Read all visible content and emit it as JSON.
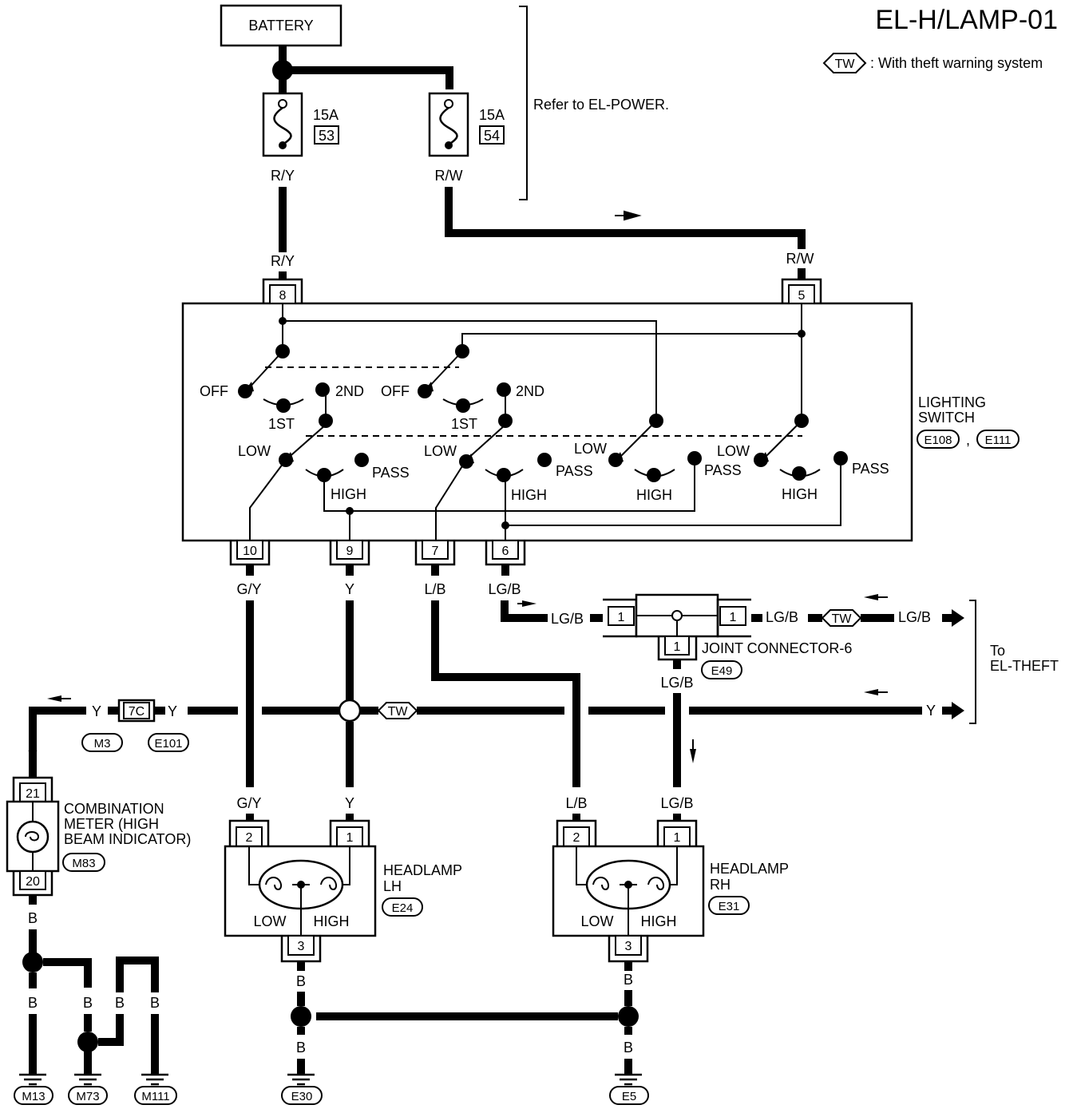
{
  "title": "EL-H/LAMP-01",
  "legend": {
    "badge": "TW",
    "text": ": With theft warning system"
  },
  "battery": "BATTERY",
  "fuses": [
    {
      "amp": "15A",
      "num": "53",
      "wire": "R/Y"
    },
    {
      "amp": "15A",
      "num": "54",
      "wire": "R/W"
    }
  ],
  "refer_power": "Refer to EL-POWER.",
  "wires": {
    "ry": "R/Y",
    "rw": "R/W",
    "gy": "G/Y",
    "y": "Y",
    "lb": "L/B",
    "lgb": "LG/B",
    "b": "B"
  },
  "switch": {
    "name_line1": "LIGHTING",
    "name_line2": "SWITCH",
    "refs": [
      "E108",
      "E111"
    ],
    "ref_sep": ",",
    "pins": [
      "8",
      "5",
      "10",
      "9",
      "7",
      "6"
    ],
    "positions": {
      "off": "OFF",
      "first": "1ST",
      "second": "2ND",
      "low": "LOW",
      "high": "HIGH",
      "pass": "PASS"
    }
  },
  "joint": {
    "name": "JOINT CONNECTOR-6",
    "ref": "E49",
    "pins": [
      "1",
      "1",
      "1"
    ],
    "tw": "TW"
  },
  "to_theft": {
    "line1": "To",
    "line2": "EL-THEFT"
  },
  "connector_7c": {
    "label": "7C",
    "refs": [
      "M3",
      "E101"
    ],
    "tw": "TW"
  },
  "meter": {
    "line1": "COMBINATION",
    "line2": "METER (HIGH",
    "line3": "BEAM INDICATOR)",
    "ref": "M83",
    "pins": [
      "21",
      "20"
    ]
  },
  "headlamp_lh": {
    "line1": "HEADLAMP",
    "line2": "LH",
    "ref": "E24",
    "pins": [
      "2",
      "1",
      "3"
    ],
    "low": "LOW",
    "high": "HIGH"
  },
  "headlamp_rh": {
    "line1": "HEADLAMP",
    "line2": "RH",
    "ref": "E31",
    "pins": [
      "2",
      "1",
      "3"
    ],
    "low": "LOW",
    "high": "HIGH"
  },
  "grounds": [
    "M13",
    "M73",
    "M111",
    "E30",
    "E5"
  ]
}
